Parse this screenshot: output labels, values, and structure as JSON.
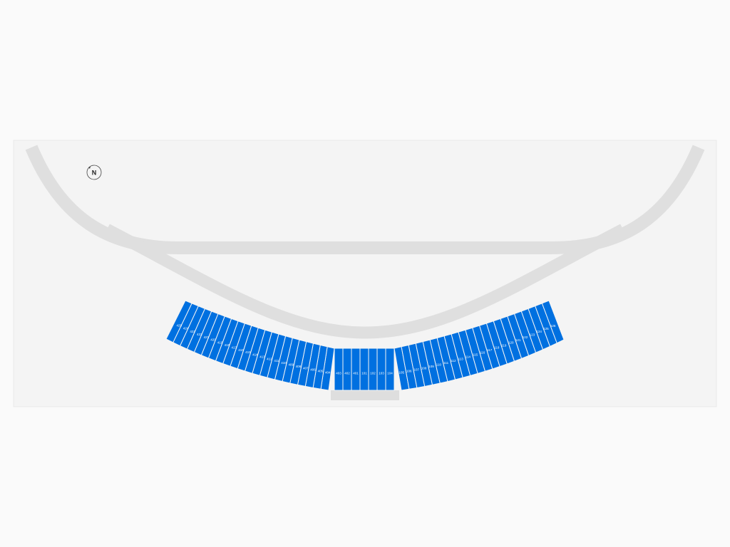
{
  "map": {
    "compass_label": "N",
    "colors": {
      "page_background": "#fafafa",
      "panel_background": "#f4f4f4",
      "track": "#dfdfdf",
      "section_available": "#0070e0",
      "section_label": "#ffffff"
    },
    "sections_left": [
      "404",
      "405",
      "406",
      "407",
      "408",
      "409",
      "410",
      "411",
      "412",
      "413",
      "414",
      "415",
      "416",
      "417",
      "418",
      "419",
      "420",
      "421",
      "422",
      "423",
      "424",
      "425"
    ],
    "sections_center": [
      "403",
      "402",
      "401",
      "101",
      "102",
      "103",
      "104"
    ],
    "sections_right": [
      "105",
      "106",
      "107",
      "108",
      "109",
      "110",
      "111",
      "112",
      "113",
      "114",
      "115",
      "116",
      "117",
      "118",
      "119",
      "120",
      "121",
      "122",
      "123",
      "124",
      "125",
      "126"
    ]
  }
}
